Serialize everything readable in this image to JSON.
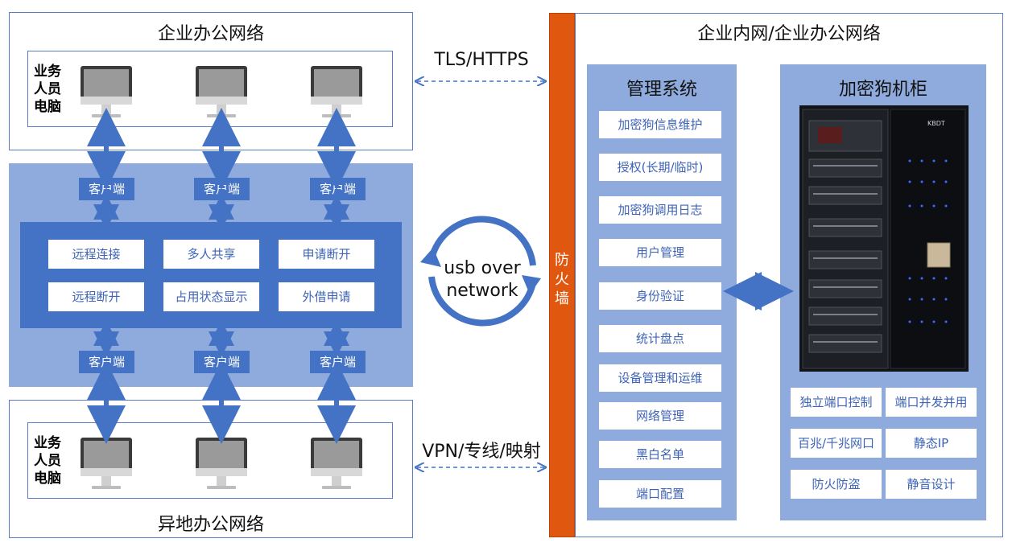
{
  "left": {
    "top_network_title": "企业办公网络",
    "bottom_network_title": "异地办公网络",
    "pc_group_label": "业务人员电脑",
    "client_label": "客户端",
    "features": [
      "远程连接",
      "多人共享",
      "申请断开",
      "远程断开",
      "占用状态显示",
      "外借申请"
    ]
  },
  "middle": {
    "link_top": "TLS/HTTPS",
    "link_bottom": "VPN/专线/映射",
    "cycle_text": "usb over network",
    "firewall": "防火墙"
  },
  "right": {
    "network_title": "企业内网/企业办公网络",
    "management_title": "管理系统",
    "management_items": [
      "加密狗信息维护",
      "授权(长期/临时)",
      "加密狗调用日志",
      "用户管理",
      "身份验证",
      "统计盘点",
      "设备管理和运维",
      "网络管理",
      "黑白名单",
      "端口配置"
    ],
    "cabinet_title": "加密狗机柜",
    "cabinet_brand": "KBDT",
    "cabinet_features": [
      "独立端口控制",
      "端口并发并用",
      "百兆/千兆网口",
      "静态IP",
      "防火防盗",
      "静音设计"
    ]
  },
  "colors": {
    "accent": "#4472c4",
    "band": "#8faadc",
    "firewall": "#e0580f",
    "dashed": "#4472c4"
  }
}
